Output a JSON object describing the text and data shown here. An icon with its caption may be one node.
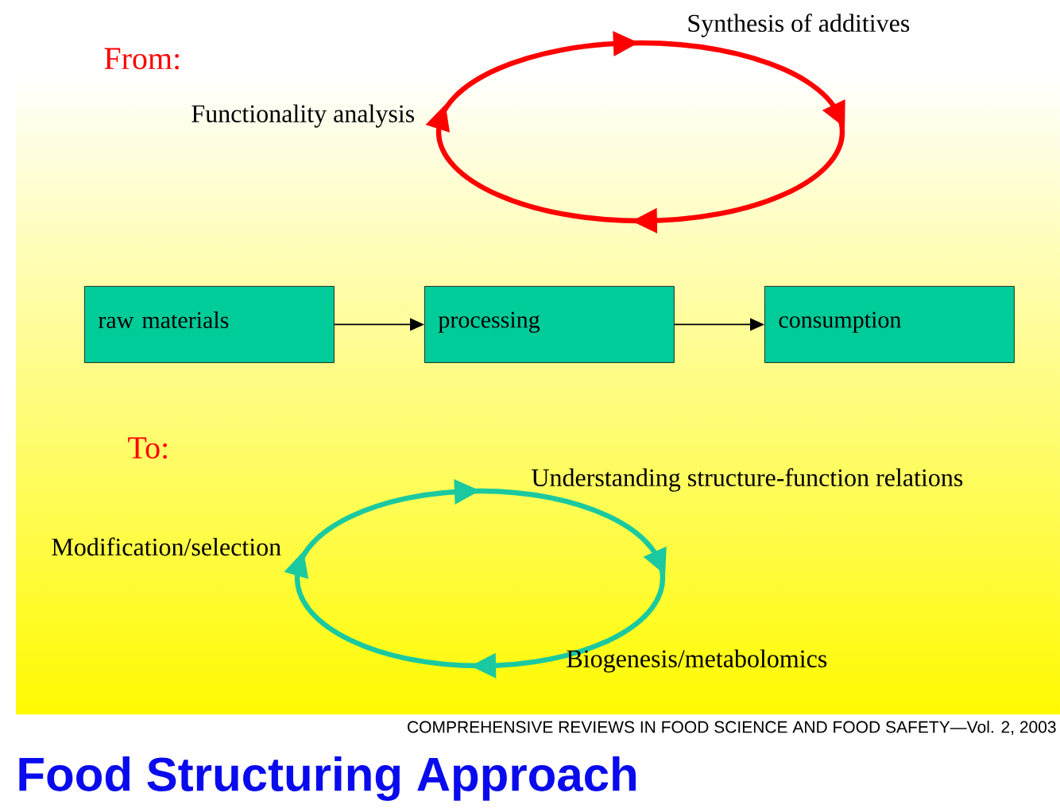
{
  "diagram": {
    "title": "Food Structuring Approach",
    "nodes": [
      {
        "text": [
          "raw materials"
        ]
      },
      {
        "text": [
          "processing"
        ]
      },
      {
        "text": [
          "consumption"
        ]
      }
    ],
    "edges": [
      {
        "from": 0,
        "to": 1,
        "arrow": "to"
      },
      {
        "from": 1,
        "to": 2,
        "arrow": "to"
      }
    ],
    "labels": [
      "From:",
      "Synthesis of additives",
      "Functionality analysis",
      "To:",
      "Understanding structure-function relations",
      "Modification/selection",
      "Biogenesis/metabolomics",
      "COMPREHENSIVE REVIEWS IN FOOD SCIENCE AND FOOD SAFETY—Vol. 2, 2003"
    ]
  }
}
